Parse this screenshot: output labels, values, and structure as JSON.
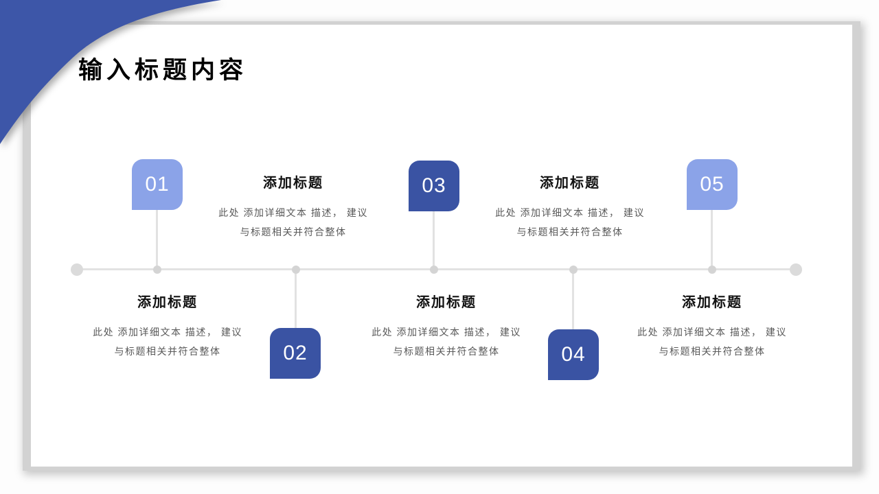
{
  "slide": {
    "title": "输入标题内容",
    "steps": [
      {
        "number": "01",
        "badge_style": "light",
        "placement": "above",
        "heading": "添加标题",
        "desc_line1": "此处 添加详细文本 描述， 建议",
        "desc_line2": "与标题相关并符合整体"
      },
      {
        "number": "02",
        "badge_style": "dark",
        "placement": "below",
        "heading": "添加标题",
        "desc_line1": "此处 添加详细文本 描述， 建议",
        "desc_line2": "与标题相关并符合整体"
      },
      {
        "number": "03",
        "badge_style": "dark",
        "placement": "above",
        "heading": "添加标题",
        "desc_line1": "此处 添加详细文本 描述， 建议",
        "desc_line2": "与标题相关并符合整体"
      },
      {
        "number": "04",
        "badge_style": "dark",
        "placement": "below",
        "heading": "添加标题",
        "desc_line1": "此处 添加详细文本 描述， 建议",
        "desc_line2": "与标题相关并符合整体"
      },
      {
        "number": "05",
        "badge_style": "light",
        "placement": "above",
        "heading": "添加标题",
        "desc_line1": "此处 添加详细文本 描述， 建议",
        "desc_line2": "与标题相关并符合整体"
      }
    ],
    "colors": {
      "badge_light": "#8ba3e8",
      "badge_dark": "#3a53a3",
      "corner_wave": "#3d56a8",
      "timeline_gray": "#e2e2e2",
      "desc_text": "#595959"
    }
  }
}
